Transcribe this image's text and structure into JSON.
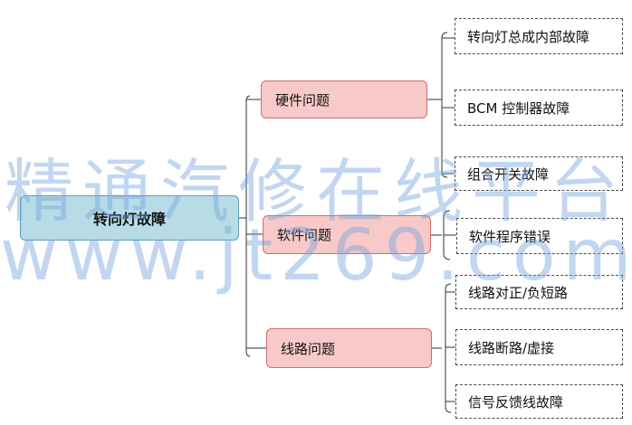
{
  "root": {
    "label": "转向灯故障"
  },
  "categories": [
    {
      "label": "硬件问题",
      "children": [
        "转向灯总成内部故障",
        "BCM 控制器故障",
        "组合开关故障"
      ]
    },
    {
      "label": "软件问题",
      "children": [
        "软件程序错误"
      ]
    },
    {
      "label": "线路问题",
      "children": [
        "线路对正/负短路",
        "线路断路/虚接",
        "信号反馈线故障"
      ]
    }
  ],
  "watermark": {
    "line1": "精通汽修在线平台",
    "line2": "www.jt269.com"
  },
  "colors": {
    "root_fill": "#b7dce6",
    "root_border": "#5b9fb6",
    "category_fill": "#f8c9c9",
    "category_border": "#cf6f6f",
    "leaf_border": "#4a4a4a",
    "connector": "#333333",
    "watermark": "#78a5dc"
  }
}
